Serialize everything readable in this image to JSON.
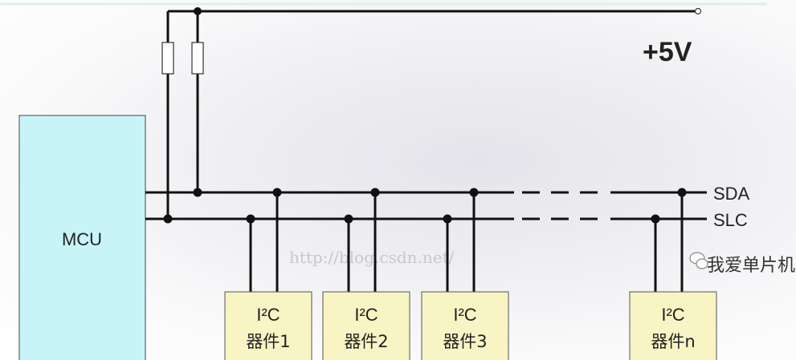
{
  "supply_label": "+5V",
  "mcu_label": "MCU",
  "bus_lines": [
    {
      "label": "SDA"
    },
    {
      "label": "SLC"
    }
  ],
  "devices": [
    {
      "title": "I²C",
      "name": "器件1"
    },
    {
      "title": "I²C",
      "name": "器件2"
    },
    {
      "title": "I²C",
      "name": "器件3"
    },
    {
      "title": "I²C",
      "name": "器件n"
    }
  ],
  "watermark_url": "http://blog.csdn.net/",
  "watermark_brand": "我爱单片机",
  "colors": {
    "mcu_fill": "#c8f4f8",
    "device_fill": "#f8f4c4",
    "wire": "#111111"
  }
}
